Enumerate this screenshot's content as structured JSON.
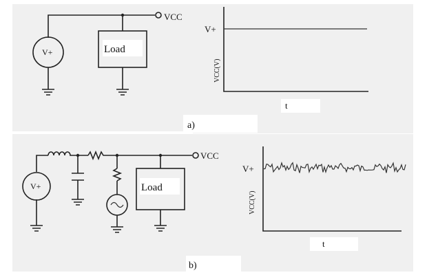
{
  "figure_a": {
    "caption": "a)",
    "circuit": {
      "source_label": "V+",
      "load_label": "Load",
      "vcc_label": "VCC"
    },
    "plot": {
      "level_label": "V+",
      "ylabel": "VCC(V)",
      "xlabel": "t"
    }
  },
  "figure_b": {
    "caption": "b)",
    "circuit": {
      "source_label": "V+",
      "load_label": "Load",
      "vcc_label": "VCC"
    },
    "plot": {
      "level_label": "V+",
      "ylabel": "VCC(V)",
      "xlabel": "t"
    }
  }
}
